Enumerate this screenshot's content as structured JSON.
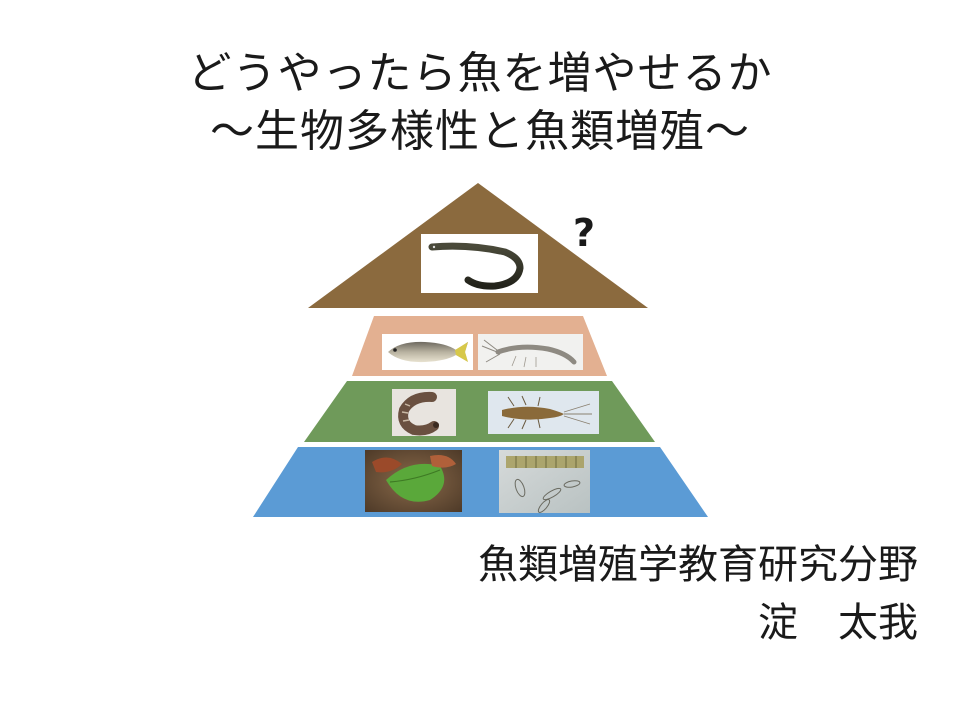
{
  "title": {
    "line1": "どうやったら魚を増やせるか",
    "line2": "～生物多様性と魚類増殖～"
  },
  "pyramid": {
    "question_mark": "?",
    "tiers": [
      {
        "level": "top",
        "color": "#8b6a3e",
        "photos": [
          "eel-photo"
        ]
      },
      {
        "level": "second",
        "color": "#e3b091",
        "photos": [
          "fish-photo",
          "shrimp-photo"
        ]
      },
      {
        "level": "third",
        "color": "#6f9a5a",
        "photos": [
          "caddisfly-larva-photo",
          "mayfly-nymph-photo"
        ]
      },
      {
        "level": "base",
        "color": "#5b9bd5",
        "photos": [
          "leaf-litter-photo",
          "diatom-photo"
        ]
      }
    ]
  },
  "affiliation": {
    "department": "魚類増殖学教育研究分野",
    "name": "淀　太我"
  }
}
